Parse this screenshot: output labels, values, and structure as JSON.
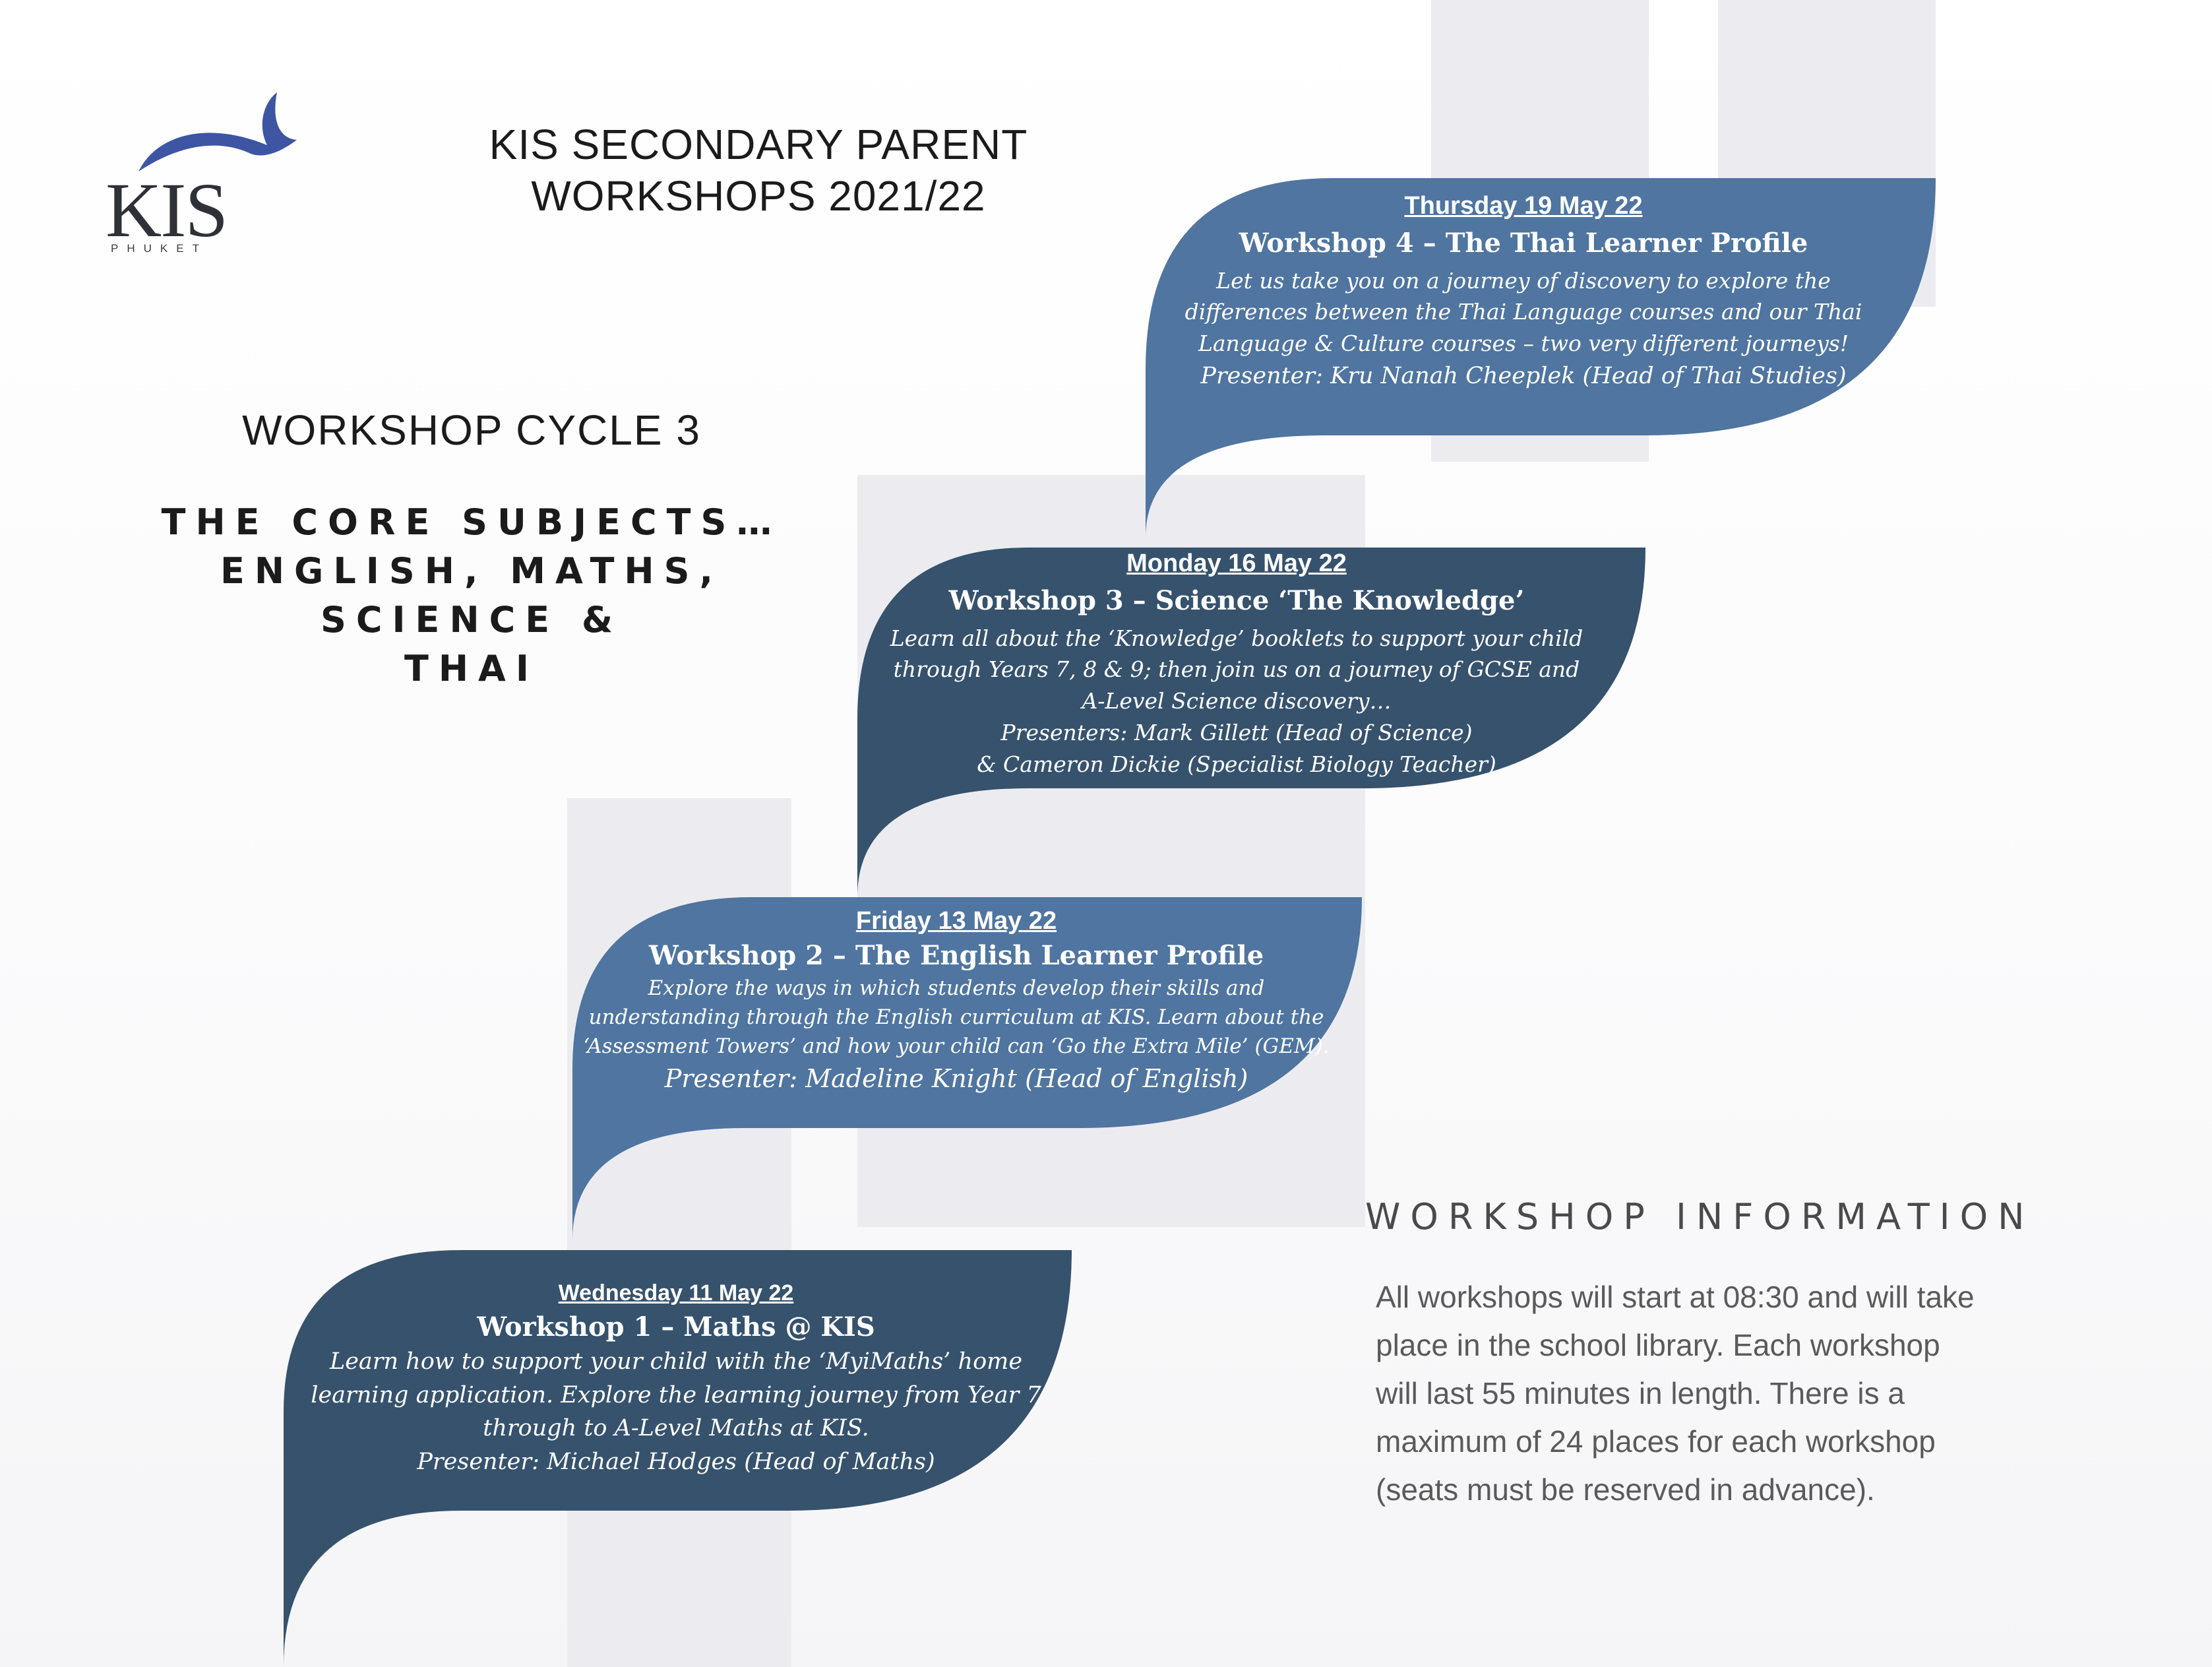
{
  "colors": {
    "ribbon_light": "#4f75a0",
    "ribbon_dark": "#36526d",
    "background_bars": "#ececf0",
    "logo_bird": "#3d55a3",
    "logo_text": "#2f3138"
  },
  "logo": {
    "icon": "swallow-bird-icon",
    "name": "KIS",
    "subtitle": "PHUKET"
  },
  "header": {
    "title_line1": "KIS SECONDARY PARENT",
    "title_line2": "WORKSHOPS 2021/22"
  },
  "cycle": {
    "title": "WORKSHOP CYCLE 3",
    "subtitle_line1": "THE CORE SUBJECTS…",
    "subtitle_line2": "ENGLISH, MATHS, SCIENCE &",
    "subtitle_line3": "THAI"
  },
  "workshops": [
    {
      "date": "Wednesday 11 May 22",
      "title": "Workshop 1 – Maths @ KIS",
      "description_lines": [
        "Learn how to support your child with the ‘MyiMaths’ home",
        "learning application. Explore the learning journey from Year 7",
        "through to A-Level Maths at KIS."
      ],
      "presenter_lines": [
        "Presenter: Michael Hodges (Head of Maths)"
      ]
    },
    {
      "date": "Friday 13 May 22",
      "title": "Workshop 2 – The English Learner Profile",
      "description_lines": [
        "Explore the ways in which students develop their skills and",
        "understanding through the English curriculum at KIS. Learn about the",
        "‘Assessment Towers’ and how your child can ‘Go the Extra Mile’ (GEM)."
      ],
      "presenter_lines": [
        "Presenter: Madeline Knight (Head of English)"
      ]
    },
    {
      "date": "Monday 16 May 22",
      "title": "Workshop 3 – Science ‘The Knowledge’",
      "description_lines": [
        "Learn all about the ‘Knowledge’ booklets to support your child",
        "through Years 7, 8 & 9; then join us on a journey of GCSE and",
        "A-Level Science discovery…"
      ],
      "presenter_lines": [
        "Presenters: Mark Gillett (Head of Science)",
        "& Cameron Dickie (Specialist Biology Teacher)"
      ]
    },
    {
      "date": "Thursday 19 May 22",
      "title": "Workshop 4 – The Thai Learner Profile",
      "description_lines": [
        "Let us take you on a journey of discovery to explore the",
        "differences between the Thai Language courses and our Thai",
        "Language & Culture courses – two very different journeys!"
      ],
      "presenter_lines": [
        "Presenter: Kru Nanah Cheeplek (Head of Thai Studies)"
      ]
    }
  ],
  "info": {
    "heading": "WORKSHOP INFORMATION",
    "body_lines": [
      "All workshops will start at 08:30 and will take",
      "place in the school library. Each workshop",
      "will last 55 minutes in length. There is a",
      "maximum of 24 places for each workshop",
      "(seats must be reserved in advance)."
    ]
  }
}
